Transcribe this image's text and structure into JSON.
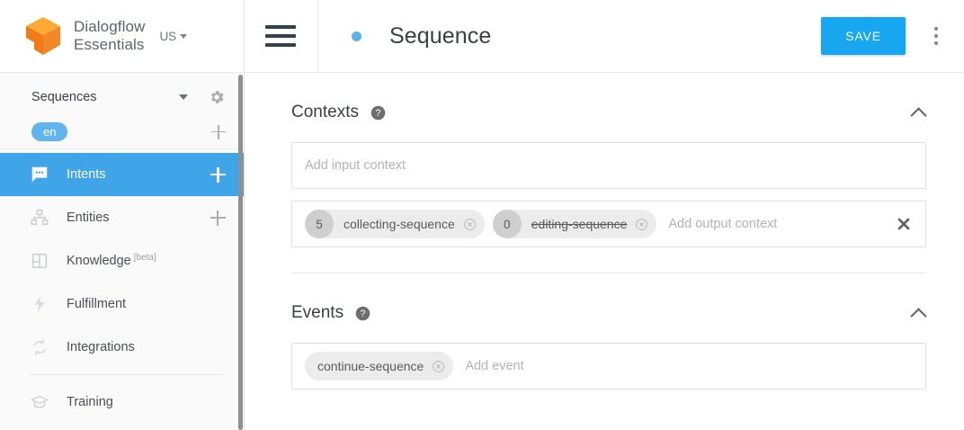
{
  "sidebar": {
    "brand": {
      "name": "Dialogflow\nEssentials",
      "region": "US",
      "logo_icon": "dialogflow-cube-logo"
    },
    "agent": {
      "name": "Sequences",
      "caret_icon": "caret-down-icon",
      "settings_icon": "gear-icon"
    },
    "language": {
      "code": "en",
      "add_icon": "plus-icon"
    },
    "items": [
      {
        "label": "Intents",
        "icon": "chat-bubble-icon",
        "active": true,
        "has_add": true
      },
      {
        "label": "Entities",
        "icon": "hierarchy-icon",
        "active": false,
        "has_add": true
      },
      {
        "label": "Knowledge",
        "badge": "[beta]",
        "icon": "book-icon",
        "active": false,
        "has_add": false
      },
      {
        "label": "Fulfillment",
        "icon": "lightning-bolt-icon",
        "active": false,
        "has_add": false
      },
      {
        "label": "Integrations",
        "icon": "sync-arrows-icon",
        "active": false,
        "has_add": false
      },
      {
        "label": "Training",
        "icon": "graduation-cap-icon",
        "active": false,
        "has_add": false
      }
    ]
  },
  "topbar": {
    "menu_icon": "hamburger-menu-icon",
    "status_dot": "status-dot-blue",
    "title": "Sequence",
    "save_label": "SAVE",
    "overflow_icon": "kebab-menu-icon"
  },
  "contexts": {
    "title": "Contexts",
    "help_icon": "help-circle-icon",
    "collapse_icon": "chevron-up-icon",
    "input": {
      "placeholder": "Add input context",
      "value": ""
    },
    "output": {
      "placeholder": "Add output context",
      "clear_icon": "clear-x-icon",
      "chips": [
        {
          "count": "5",
          "label": "collecting-sequence",
          "struck": false,
          "remove_icon": "remove-circle-icon"
        },
        {
          "count": "0",
          "label": "editing-sequence",
          "struck": true,
          "remove_icon": "remove-circle-icon"
        }
      ]
    }
  },
  "events": {
    "title": "Events",
    "help_icon": "help-circle-icon",
    "collapse_icon": "chevron-up-icon",
    "placeholder": "Add event",
    "chips": [
      {
        "label": "continue-sequence",
        "remove_icon": "remove-circle-icon"
      }
    ]
  },
  "colors": {
    "accent_blue": "#3fa5e8",
    "save_blue": "#17a6f0",
    "lang_chip_blue": "#62b4ec",
    "sidebar_bg": "#fafafa",
    "logo_orange": "#f68b1f"
  }
}
